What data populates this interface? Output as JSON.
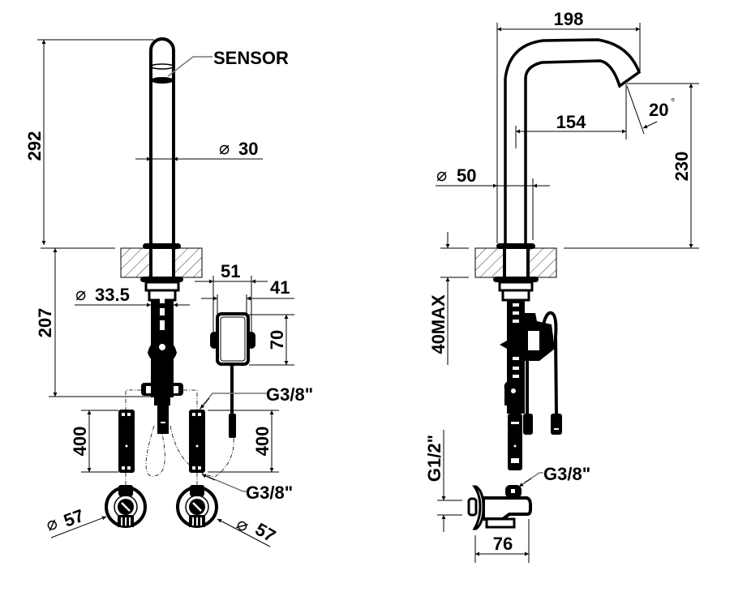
{
  "drawing": {
    "title": "Electronic basin mixer technical drawing",
    "front_view": {
      "sensor_label": "SENSOR",
      "height_above_deck": "292",
      "spout_diameter": "30",
      "below_deck_length": "207",
      "shank_diameter": "33.5",
      "control_box_width": "51",
      "control_box_depth": "41",
      "control_box_height": "70",
      "inlet_thread_top": "G3/8\"",
      "hose_length_left": "400",
      "hose_length_right": "400",
      "inlet_thread_bottom": "G3/8\"",
      "valve_diameter_left": "57",
      "valve_diameter_right": "57"
    },
    "side_view": {
      "overall_reach": "198",
      "spout_reach": "154",
      "spout_angle": "20",
      "degree_symbol": "°",
      "spout_height": "230",
      "body_diameter": "50",
      "deck_thickness": "40MAX",
      "wall_thread": "G1/2\"",
      "outlet_thread": "G3/8\"",
      "valve_length": "76"
    },
    "diameter_symbol": "⌀"
  }
}
